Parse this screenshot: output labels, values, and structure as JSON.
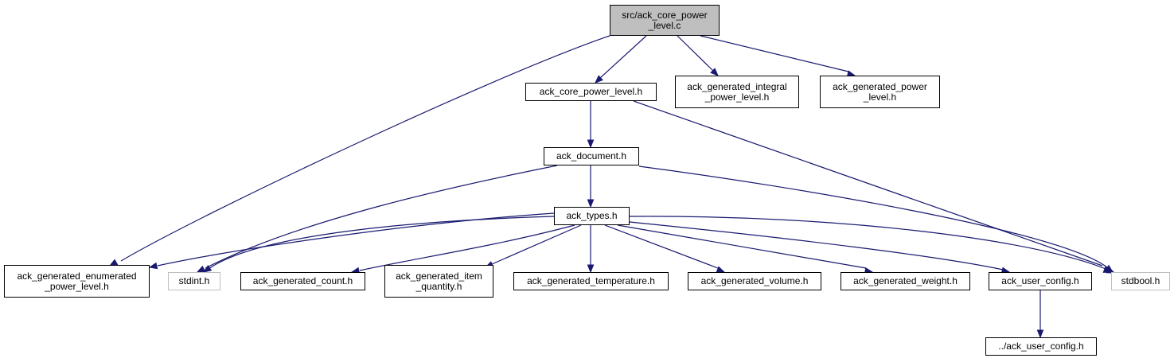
{
  "graph": {
    "edge_color": "#191970",
    "external_border_color": "#bfbfbf",
    "root_fill": "#bfbfbf",
    "nodes": [
      {
        "id": "root",
        "label": "src/ack_core_power\n_level.c",
        "kind": "root"
      },
      {
        "id": "core",
        "label": "ack_core_power_level.h",
        "kind": "header"
      },
      {
        "id": "integral",
        "label": "ack_generated_integral\n_power_level.h",
        "kind": "header"
      },
      {
        "id": "power",
        "label": "ack_generated_power\n_level.h",
        "kind": "header"
      },
      {
        "id": "doc",
        "label": "ack_document.h",
        "kind": "header"
      },
      {
        "id": "types",
        "label": "ack_types.h",
        "kind": "header"
      },
      {
        "id": "enum",
        "label": "ack_generated_enumerated\n_power_level.h",
        "kind": "header"
      },
      {
        "id": "stdint",
        "label": "stdint.h",
        "kind": "external"
      },
      {
        "id": "count",
        "label": "ack_generated_count.h",
        "kind": "header"
      },
      {
        "id": "item",
        "label": "ack_generated_item\n_quantity.h",
        "kind": "header"
      },
      {
        "id": "temp",
        "label": "ack_generated_temperature.h",
        "kind": "header"
      },
      {
        "id": "volume",
        "label": "ack_generated_volume.h",
        "kind": "header"
      },
      {
        "id": "weight",
        "label": "ack_generated_weight.h",
        "kind": "header"
      },
      {
        "id": "ucfg",
        "label": "ack_user_config.h",
        "kind": "header"
      },
      {
        "id": "stdbool",
        "label": "stdbool.h",
        "kind": "external"
      },
      {
        "id": "ucfg2",
        "label": "../ack_user_config.h",
        "kind": "header"
      }
    ],
    "edges": [
      [
        "root",
        "enum"
      ],
      [
        "root",
        "core"
      ],
      [
        "root",
        "integral"
      ],
      [
        "root",
        "power"
      ],
      [
        "core",
        "doc"
      ],
      [
        "core",
        "stdbool"
      ],
      [
        "doc",
        "stdint"
      ],
      [
        "doc",
        "types"
      ],
      [
        "doc",
        "stdbool"
      ],
      [
        "types",
        "enum"
      ],
      [
        "types",
        "stdint"
      ],
      [
        "types",
        "count"
      ],
      [
        "types",
        "item"
      ],
      [
        "types",
        "temp"
      ],
      [
        "types",
        "volume"
      ],
      [
        "types",
        "weight"
      ],
      [
        "types",
        "ucfg"
      ],
      [
        "types",
        "stdbool"
      ],
      [
        "ucfg",
        "ucfg2"
      ]
    ]
  }
}
